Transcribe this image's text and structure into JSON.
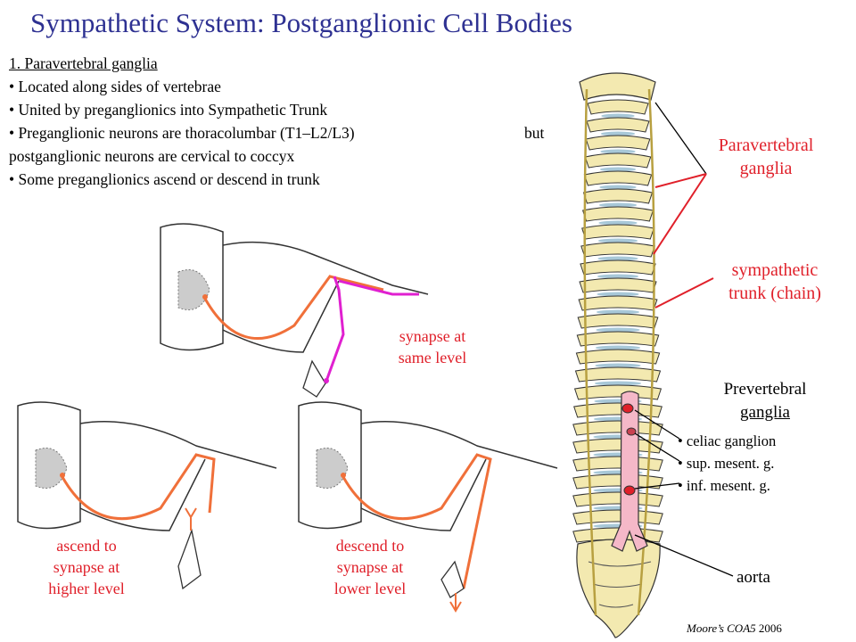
{
  "title": "Sympathetic System: Postganglionic Cell Bodies",
  "section": {
    "heading": "1. Paravertebral ganglia",
    "bullets": [
      "• Located along sides of vertebrae",
      "• United by preganglionics into Sympathetic Trunk",
      "• Preganglionic neurons are thoracolumbar (T1–L2/L3)",
      "postganglionic neurons are cervical to coccyx",
      "• Some preganglionics ascend or descend in trunk"
    ],
    "but_word": "but"
  },
  "spine_labels": {
    "paravertebral": [
      "Paravertebral",
      "ganglia"
    ],
    "trunk": [
      "sympathetic",
      "trunk (chain)"
    ],
    "prevertebral_title": "Prevertebral",
    "prevertebral_sub": "ganglia",
    "prevertebral_items": [
      "• celiac ganglion",
      "• sup. mesent. g.",
      "• inf. mesent. g."
    ],
    "aorta": "aorta"
  },
  "diagram_labels": {
    "same": [
      "synapse at",
      "same level"
    ],
    "higher": [
      "ascend to",
      "synapse at",
      "higher level"
    ],
    "lower": [
      "descend to",
      "synapse at",
      "lower level"
    ]
  },
  "credit": {
    "source": "Moore’s COA5",
    "year": "2006"
  },
  "colors": {
    "title": "#2e3192",
    "label_red": "#e0202a",
    "nerve_orange": "#f0703a",
    "nerve_magenta": "#e020d0",
    "bone": "#f3e9b0",
    "aorta": "#f5b8c8"
  }
}
